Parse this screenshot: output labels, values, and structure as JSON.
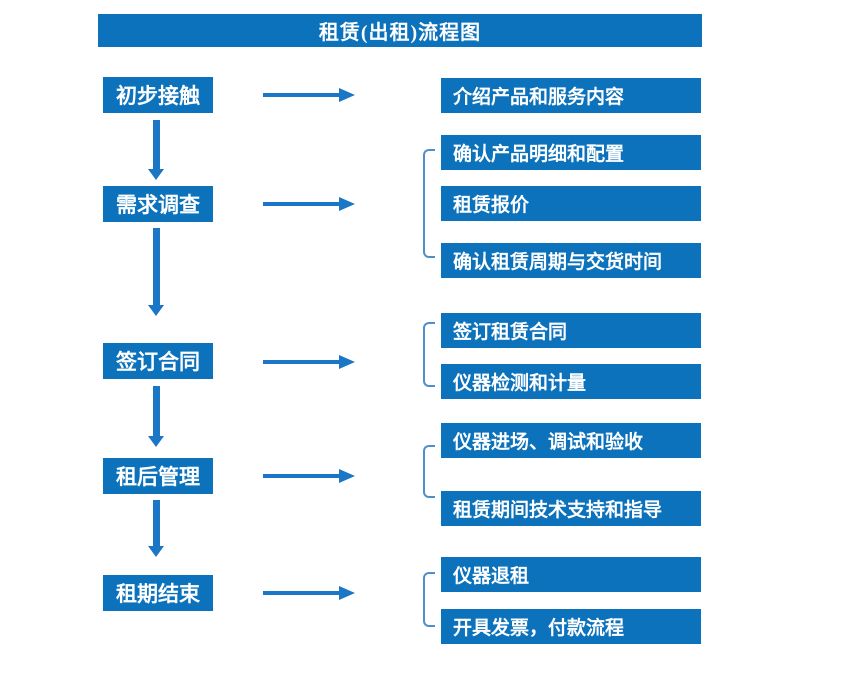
{
  "title": "租赁(出租)流程图",
  "colors": {
    "accent": "#0d72bc",
    "arrow": "#1b76c6",
    "bracket": "#4f8fc9",
    "text_on_accent": "#ffffff",
    "background": "#ffffff"
  },
  "stages": [
    {
      "label": "初步接触",
      "outputs": [
        "介绍产品和服务内容"
      ]
    },
    {
      "label": "需求调查",
      "outputs": [
        "确认产品明细和配置",
        "租赁报价",
        "确认租赁周期与交货时间"
      ]
    },
    {
      "label": "签订合同",
      "outputs": [
        "签订租赁合同",
        "仪器检测和计量"
      ]
    },
    {
      "label": "租后管理",
      "outputs": [
        "仪器进场、调试和验收",
        "租赁期间技术支持和指导"
      ]
    },
    {
      "label": "租期结束",
      "outputs": [
        "仪器退租",
        "开具发票，付款流程"
      ]
    }
  ]
}
